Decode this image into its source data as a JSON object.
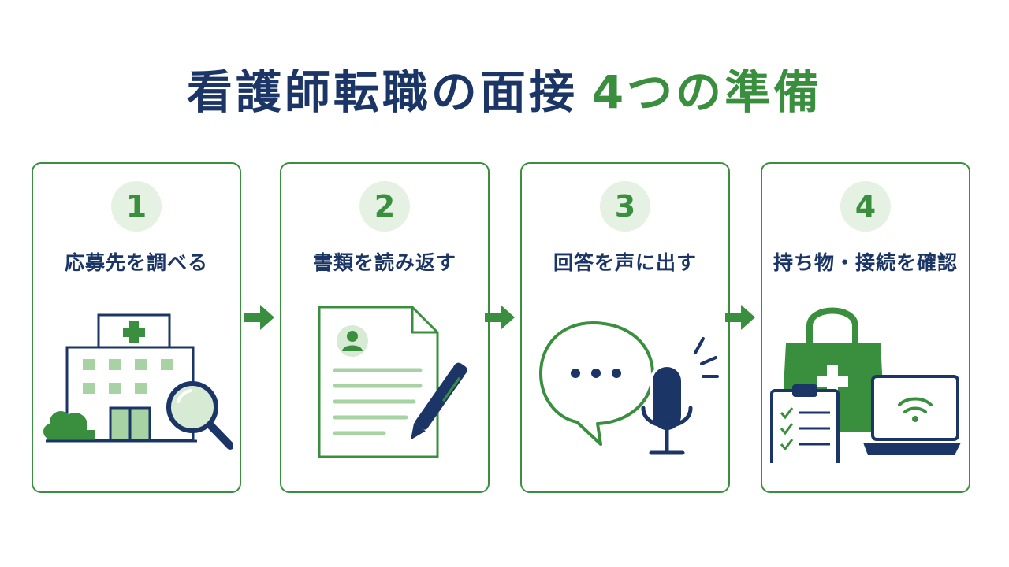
{
  "title": {
    "main": "看護師転職の面接",
    "accent": "4つの準備"
  },
  "steps": [
    {
      "number": "1",
      "label": "応募先を調べる",
      "icon": "hospital-search-icon"
    },
    {
      "number": "2",
      "label": "書類を読み返す",
      "icon": "document-pen-icon"
    },
    {
      "number": "3",
      "label": "回答を声に出す",
      "icon": "speech-microphone-icon"
    },
    {
      "number": "4",
      "label": "持ち物・接続を確認",
      "icon": "bag-laptop-checklist-icon"
    }
  ],
  "colors": {
    "navy": "#1b3566",
    "green": "#3a8f3e",
    "light_green": "#e5f1e2"
  }
}
